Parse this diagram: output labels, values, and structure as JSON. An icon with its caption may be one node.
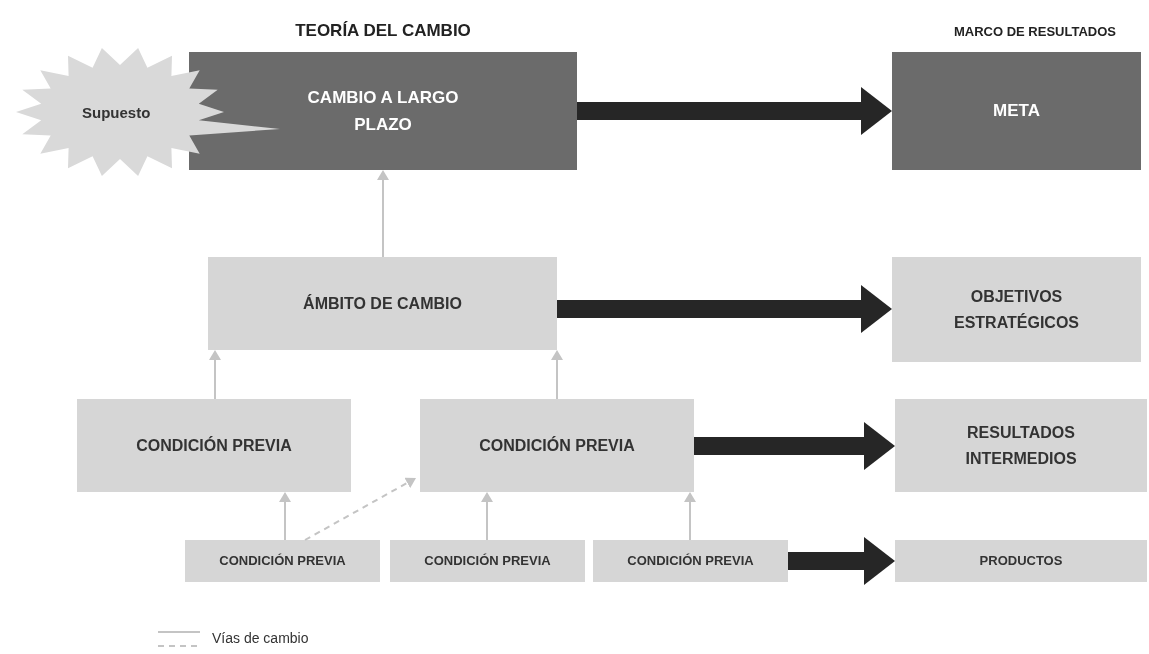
{
  "diagram": {
    "nodes": [
      {
        "text": [
          "CAMBIO A LARGO PLAZO"
        ]
      },
      {
        "text": [
          "Supuesto"
        ]
      },
      {
        "text": [
          "META"
        ]
      },
      {
        "text": [
          "ÁMBITO DE CAMBIO"
        ]
      },
      {
        "text": [
          "OBJETIVOS ESTRATÉGICOS"
        ]
      },
      {
        "text": [
          "CONDICIÓN PREVIA"
        ]
      },
      {
        "text": [
          "CONDICIÓN PREVIA"
        ]
      },
      {
        "text": [
          "RESULTADOS INTERMEDIOS"
        ]
      },
      {
        "text": [
          "CONDICIÓN PREVIA"
        ]
      },
      {
        "text": [
          "CONDICIÓN PREVIA"
        ]
      },
      {
        "text": [
          "CONDICIÓN PREVIA"
        ]
      },
      {
        "text": [
          "PRODUCTOS"
        ]
      }
    ],
    "edges": [
      {
        "from": 0,
        "to": 2,
        "arrow": "to",
        "style": "thick",
        "color": "#262626"
      },
      {
        "from": 3,
        "to": 4,
        "arrow": "to",
        "style": "thick",
        "color": "#262626"
      },
      {
        "from": 6,
        "to": 7,
        "arrow": "to",
        "style": "thick",
        "color": "#262626"
      },
      {
        "from": 10,
        "to": 11,
        "arrow": "to",
        "style": "thick",
        "color": "#262626"
      },
      {
        "from": 3,
        "to": 0,
        "arrow": "to"
      },
      {
        "from": 5,
        "to": 3,
        "arrow": "to"
      },
      {
        "from": 6,
        "to": 3,
        "arrow": "to"
      },
      {
        "from": 8,
        "to": 5,
        "arrow": "to"
      },
      {
        "from": 8,
        "to": 6,
        "arrow": "to",
        "style": "dashed"
      },
      {
        "from": 9,
        "to": 6,
        "arrow": "to"
      },
      {
        "from": 10,
        "to": 6,
        "arrow": "to"
      }
    ],
    "labels": [
      "TEORÍA DEL CAMBIO",
      "MARCO DE RESULTADOS"
    ],
    "legend": [
      {
        "text": "Vías de cambio"
      }
    ]
  }
}
